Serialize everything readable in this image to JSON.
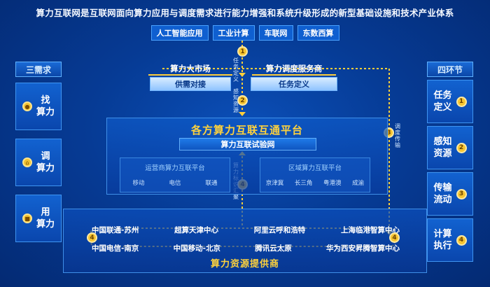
{
  "title": "算力互联网是互联网面向算力应用与调度需求进行能力增强和系统升级形成的新型基础设施和技术产业体系",
  "tags": [
    "人工智能应用",
    "工业计算",
    "车联网",
    "东数西算"
  ],
  "left": {
    "heading": "三需求",
    "cards": [
      "找\n算力",
      "调\n算力",
      "用\n算力"
    ]
  },
  "right": {
    "heading": "四环节",
    "cards": [
      {
        "label": "任务\n定义",
        "num": "1"
      },
      {
        "label": "感知\n资源",
        "num": "2"
      },
      {
        "label": "传输\n流动",
        "num": "3"
      },
      {
        "label": "计算\n执行",
        "num": "4"
      }
    ]
  },
  "market": {
    "heading": "算力大市场",
    "box": "供需对接"
  },
  "dispatch": {
    "heading": "算力调度服务商",
    "box": "任务定义"
  },
  "flow_labels": {
    "task_def": "任务定义",
    "perceive": "感知资源",
    "schedule": "调度传输",
    "summary": "算力标识汇聚"
  },
  "platform": {
    "title": "各方算力互联互通平台",
    "net": "算力互联试验网",
    "operator": {
      "title": "运营商算力互联平台",
      "items": [
        "移动",
        "电信",
        "联通"
      ]
    },
    "regional": {
      "title": "区域算力互联平台",
      "items": [
        "京津冀",
        "长三角",
        "粤港澳",
        "成渝"
      ]
    }
  },
  "providers": {
    "row1": [
      "中国联通-苏州",
      "超算天津中心",
      "阿里云呼和浩特",
      "上海临港智算中心"
    ],
    "row2": [
      "中国电信-南京",
      "中国移动-北京",
      "腾讯云太原",
      "华为西安昇腾智算中心"
    ],
    "title": "算力资源提供商"
  },
  "colors": {
    "accent": "#ffd23c",
    "bg": "#063b95",
    "flow": "#ffcf3a"
  }
}
